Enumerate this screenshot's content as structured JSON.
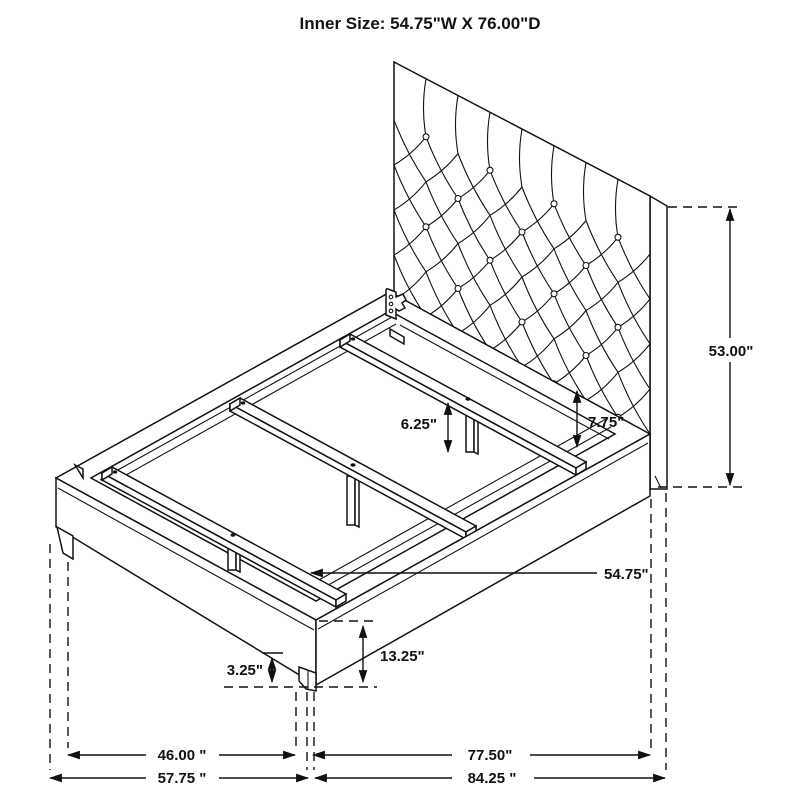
{
  "title": "Inner Size: 54.75\"W X 76.00\"D",
  "dimensions": {
    "headboard_height": "53.00\"",
    "rail_top_to_deck": "7.75\"",
    "slat_clearance": "6.25\"",
    "slat_length": "54.75\"",
    "side_rail_height": "13.25\"",
    "foot_leg_height": "3.25\"",
    "width_between_legs": "46.00 \"",
    "width_overall": "57.75 \"",
    "length_between_legs": "77.50\"",
    "length_overall": "84.25 \""
  }
}
